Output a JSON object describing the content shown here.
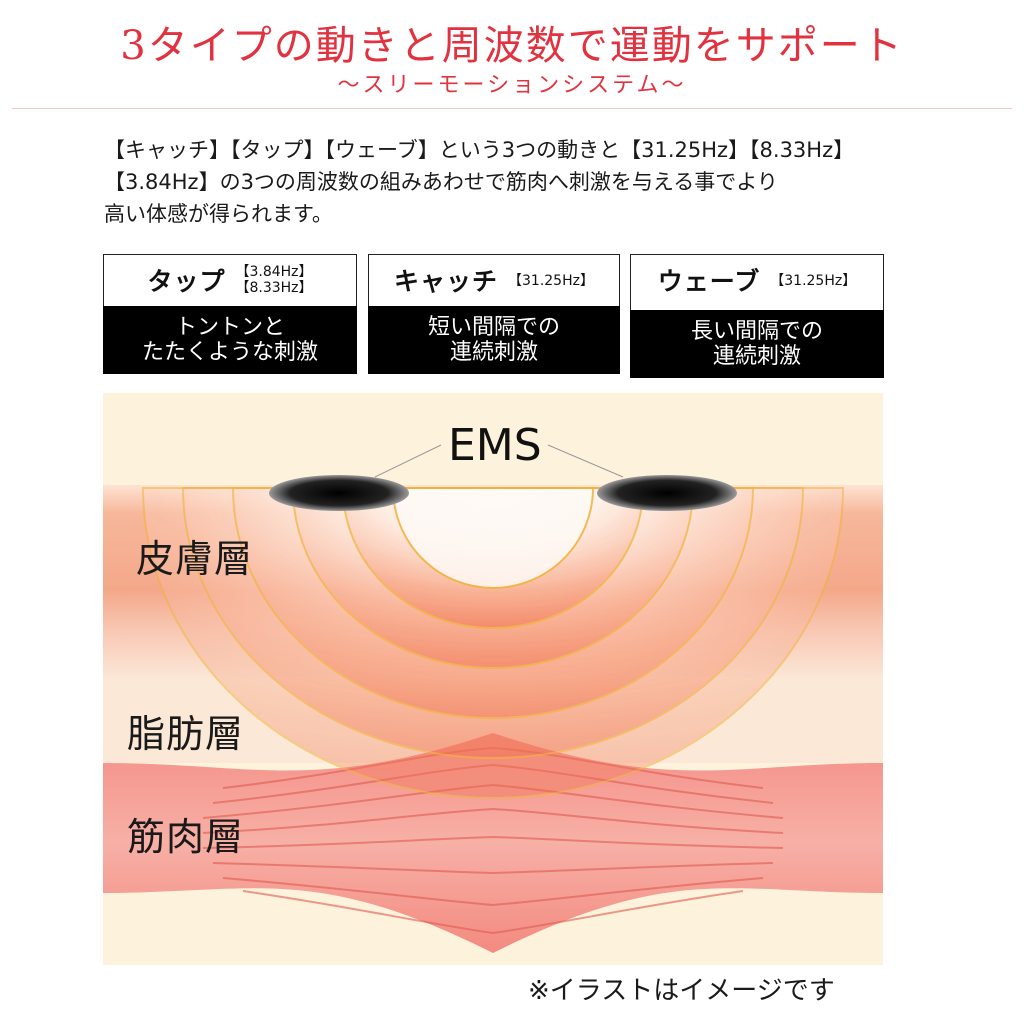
{
  "header": {
    "title": "3タイプの動きと周波数で運動をサポート",
    "subtitle": "〜スリーモーションシステム〜"
  },
  "intro": {
    "line1": "【キャッチ】【タップ】【ウェーブ】という3つの動きと【31.25Hz】【8.33Hz】",
    "line2": "【3.84Hz】の3つの周波数の組みあわせで筋肉へ刺激を与える事でより",
    "line3": "高い体感が得られます。"
  },
  "modes": [
    {
      "name": "タップ",
      "freqs": [
        "【3.84Hz】",
        "【8.33Hz】"
      ],
      "desc": [
        "トントンと",
        "たたくような刺激"
      ]
    },
    {
      "name": "キャッチ",
      "freqs": [
        "【31.25Hz】"
      ],
      "desc": [
        "短い間隔での",
        "連続刺激"
      ]
    },
    {
      "name": "ウェーブ",
      "freqs": [
        "【31.25Hz】"
      ],
      "desc": [
        "長い間隔での",
        "連続刺激"
      ]
    }
  ],
  "diagram": {
    "ems_label": "EMS",
    "layers": {
      "skin": "皮膚層",
      "fat": "脂肪層",
      "muscle": "筋肉層"
    }
  },
  "footnote": "※イラストはイメージです"
}
